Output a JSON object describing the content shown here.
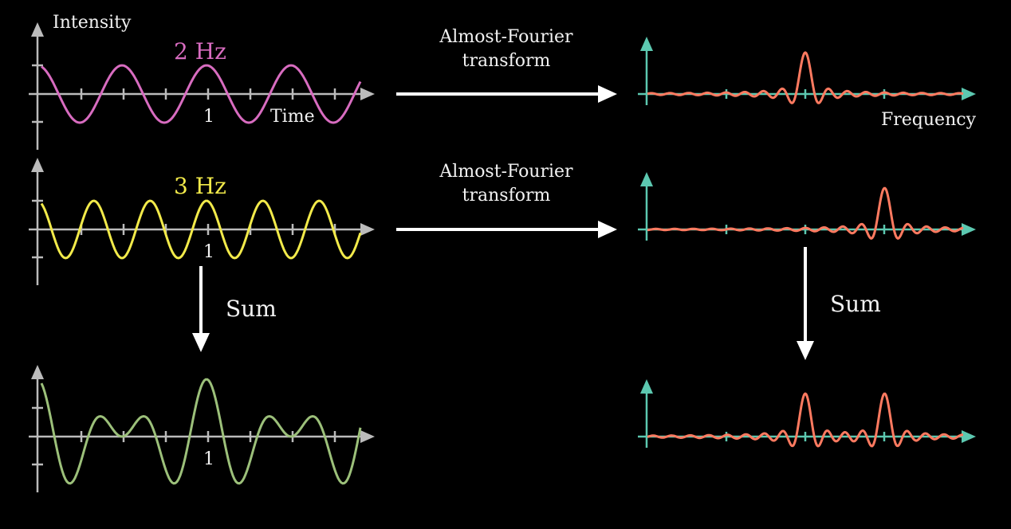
{
  "labels": {
    "intensity": "Intensity",
    "time": "Time",
    "frequency": "Frequency",
    "hz2": "2 Hz",
    "hz3": "3 Hz",
    "transform_1a": "Almost-Fourier",
    "transform_1b": "transform",
    "transform_2a": "Almost-Fourier",
    "transform_2b": "transform",
    "sum_left": "Sum",
    "sum_right": "Sum",
    "tick_one_1": "1",
    "tick_one_2": "1",
    "tick_one_3": "1"
  },
  "colors": {
    "background": "#000000",
    "axis_gray": "#bbbbbb",
    "axis_teal": "#5cc8b0",
    "wave_2hz": "#d86cc0",
    "wave_3hz": "#f2ea4a",
    "wave_sum": "#9cc07a",
    "spectrum": "#ff7a60",
    "arrow": "#ffffff",
    "text": "#f2f2f2"
  },
  "chart_data": [
    {
      "type": "line",
      "series": [
        {
          "frequency_hz": 2,
          "amplitude": 1
        }
      ],
      "x_ticks": [
        "1"
      ],
      "xlabel": "Time",
      "ylabel": "Intensity"
    },
    {
      "type": "line",
      "series": [
        {
          "frequency_hz": 3,
          "amplitude": 1
        }
      ],
      "x_ticks": [
        "1"
      ]
    },
    {
      "type": "line",
      "series": [
        {
          "components_hz": [
            2,
            3
          ]
        }
      ],
      "x_ticks": [
        "1"
      ]
    },
    {
      "type": "line",
      "series": [
        {
          "peak_frequency_hz": 2
        }
      ],
      "xlabel": "Frequency"
    },
    {
      "type": "line",
      "series": [
        {
          "peak_frequency_hz": 3
        }
      ]
    },
    {
      "type": "line",
      "series": [
        {
          "peak_frequencies_hz": [
            2,
            3
          ]
        }
      ]
    }
  ]
}
